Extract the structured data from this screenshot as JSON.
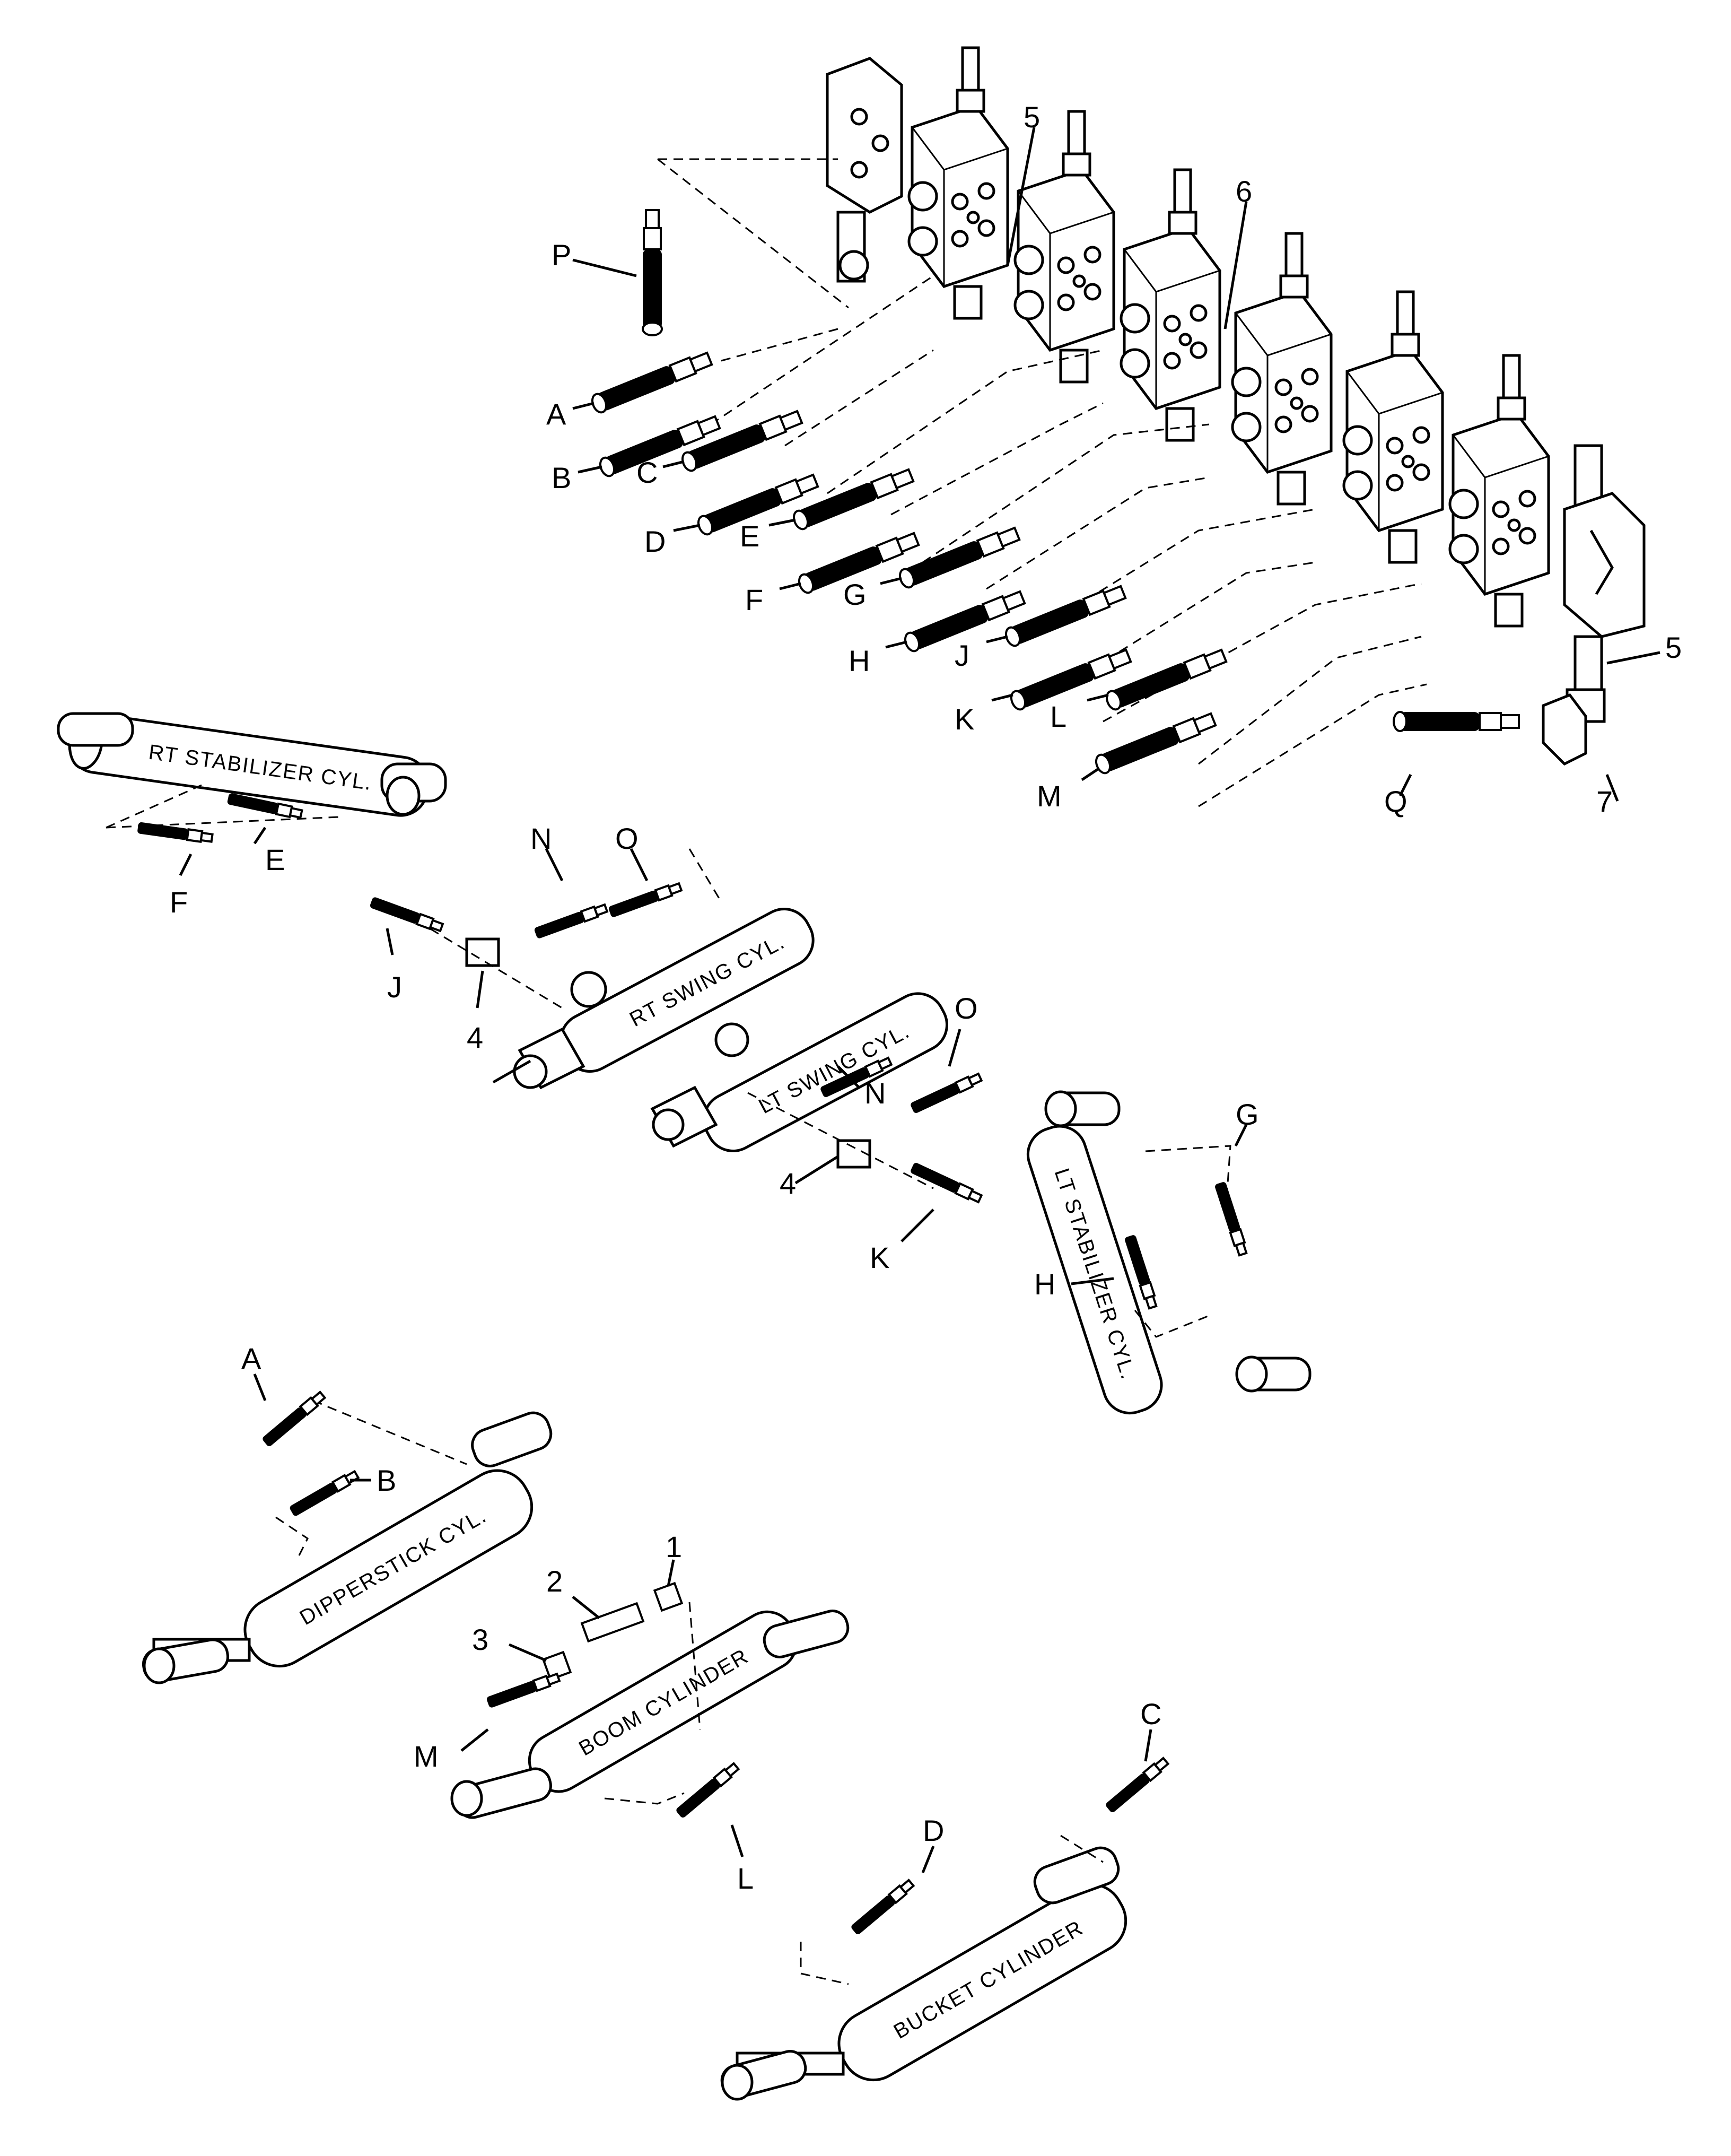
{
  "cylinders": {
    "rt_stabilizer": "RT  STABILIZER CYL.",
    "rt_swing": "RT SWING CYL.",
    "lt_swing": "LT SWING CYL.",
    "lt_stabilizer": "LT STABILIZER CYL.",
    "dipperstick": "DIPPERSTICK CYL.",
    "boom": "BOOM CYLINDER",
    "bucket": "BUCKET CYLINDER"
  },
  "callouts": {
    "valve_A": "A",
    "valve_B": "B",
    "valve_C": "C",
    "valve_D": "D",
    "valve_E": "E",
    "valve_F": "F",
    "valve_G": "G",
    "valve_H": "H",
    "valve_J": "J",
    "valve_K": "K",
    "valve_L": "L",
    "valve_M": "M",
    "valve_P": "P",
    "valve_Q": "Q",
    "valve_5a": "5",
    "valve_5b": "5",
    "valve_6": "6",
    "valve_7": "7",
    "rtstab_E": "E",
    "rtstab_F": "F",
    "rtswing_J": "J",
    "rtswing_N": "N",
    "rtswing_O": "O",
    "rtswing_4": "4",
    "ltswing_N": "N",
    "ltswing_O": "O",
    "ltswing_4": "4",
    "ltswing_K": "K",
    "ltstab_G": "G",
    "ltstab_H": "H",
    "dipper_A": "A",
    "dipper_B": "B",
    "boom_1": "1",
    "boom_2": "2",
    "boom_3": "3",
    "boom_M": "M",
    "boom_L": "L",
    "bucket_C": "C",
    "bucket_D": "D"
  }
}
